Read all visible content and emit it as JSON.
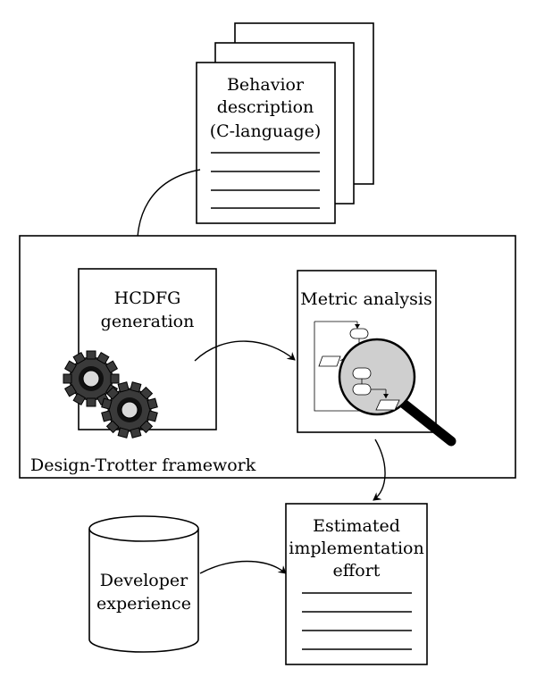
{
  "behavior": {
    "line1": "Behavior",
    "line2": "description",
    "line3": "(C-language)"
  },
  "framework": {
    "label": "Design-Trotter framework"
  },
  "hcdfg": {
    "line1": "HCDFG",
    "line2": "generation"
  },
  "metric": {
    "label": "Metric analysis"
  },
  "developer": {
    "line1": "Developer",
    "line2": "experience"
  },
  "estimated": {
    "line1": "Estimated",
    "line2": "implementation",
    "line3": "effort"
  },
  "icons": {
    "gears": "gear-icon",
    "magnifier": "magnifying-glass-icon",
    "flowchart": "flowchart-icon"
  }
}
